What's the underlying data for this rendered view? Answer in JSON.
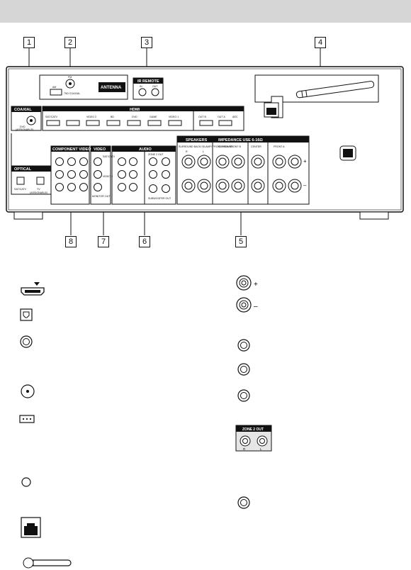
{
  "callouts": [
    "1",
    "2",
    "3",
    "4",
    "5",
    "6",
    "7",
    "8"
  ],
  "panel": {
    "coaxial": "COAXIAL",
    "coaxial_sub": "DVD",
    "coaxial_sub2": "(ASSIGNABLE)",
    "antenna_am": "AM",
    "antenna_fm": "FM",
    "antenna_fm_sub": "75Ω COAXIAL",
    "antenna": "ANTENNA",
    "ir_remote": "IR REMOTE",
    "ir_in": "IN",
    "ir_out": "OUT",
    "hdmi": "HDMI",
    "hdmi_inputs": [
      "SAT/CATV",
      "BD",
      "DVD",
      "GAME",
      "VIDEO 1",
      "VIDEO 2"
    ],
    "hdmi_outs": [
      "OUT B",
      "OUT A"
    ],
    "hdmi_arc": "ARC",
    "optical": "OPTICAL",
    "optical_1": "SAT/CATV",
    "optical_2": "TV",
    "optical_sub": "(ASSIGNABLE)",
    "component_video": "COMPONENT VIDEO",
    "video": "VIDEO",
    "video_sub1": "SAT/CATV",
    "video_sub2": "VIDEO 2",
    "video_sub3": "MONITOR OUT",
    "audio": "AUDIO",
    "zone2": "ZONE 2 OUT",
    "subwoofer": "SUBWOOFER OUT",
    "speakers": "SPEAKERS",
    "impedance": "IMPEDANCE USE 6-16Ω",
    "surround_back": "SURROUND BACK/ BI-AMP/ FRONT HIGH/ FRONT B",
    "surround": "SURROUND",
    "center": "CENTER",
    "front_a": "FRONT A",
    "r": "R",
    "l": "L",
    "plus": "+",
    "minus": "–"
  },
  "legend_right": {
    "plus": "+",
    "minus": "–",
    "zone2": "ZONE 2 OUT",
    "r": "R",
    "l": "L"
  }
}
